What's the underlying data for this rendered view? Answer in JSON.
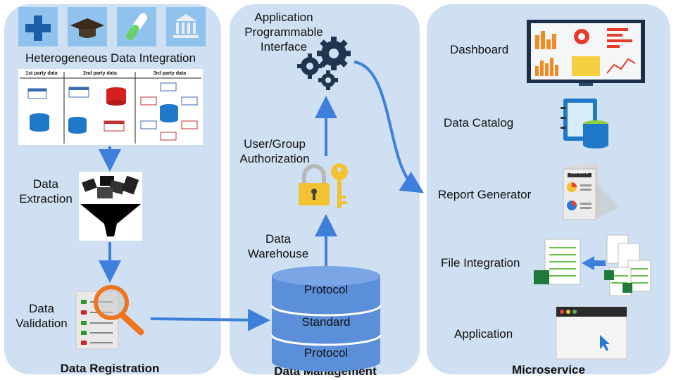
{
  "registration": {
    "title": "Data Registration",
    "integration_label": "Heterogeneous Data Integration",
    "integration_columns": [
      "1st party data",
      "2nd party data",
      "3rd party data"
    ],
    "extraction_label": [
      "Data",
      "Extraction"
    ],
    "validation_label": [
      "Data",
      "Validation"
    ]
  },
  "management": {
    "title": "Data Management",
    "api_label": [
      "Application",
      "Programmable",
      "Interface"
    ],
    "auth_label": [
      "User/Group",
      "Authorization"
    ],
    "warehouse_label": [
      "Data",
      "Warehouse"
    ],
    "warehouse_layers": [
      "Protocol",
      "Standard",
      "Protocol"
    ]
  },
  "microservice": {
    "title": "Microservice",
    "items": [
      "Dashboard",
      "Data Catalog",
      "Report Generator",
      "File Integration",
      "Application"
    ],
    "report_badge": "REPORTS"
  },
  "colors": {
    "panel": "#cfe0f2",
    "arrow": "#3f7fdc",
    "cylinder": "#5b8fd9",
    "key": "#f2c232"
  }
}
